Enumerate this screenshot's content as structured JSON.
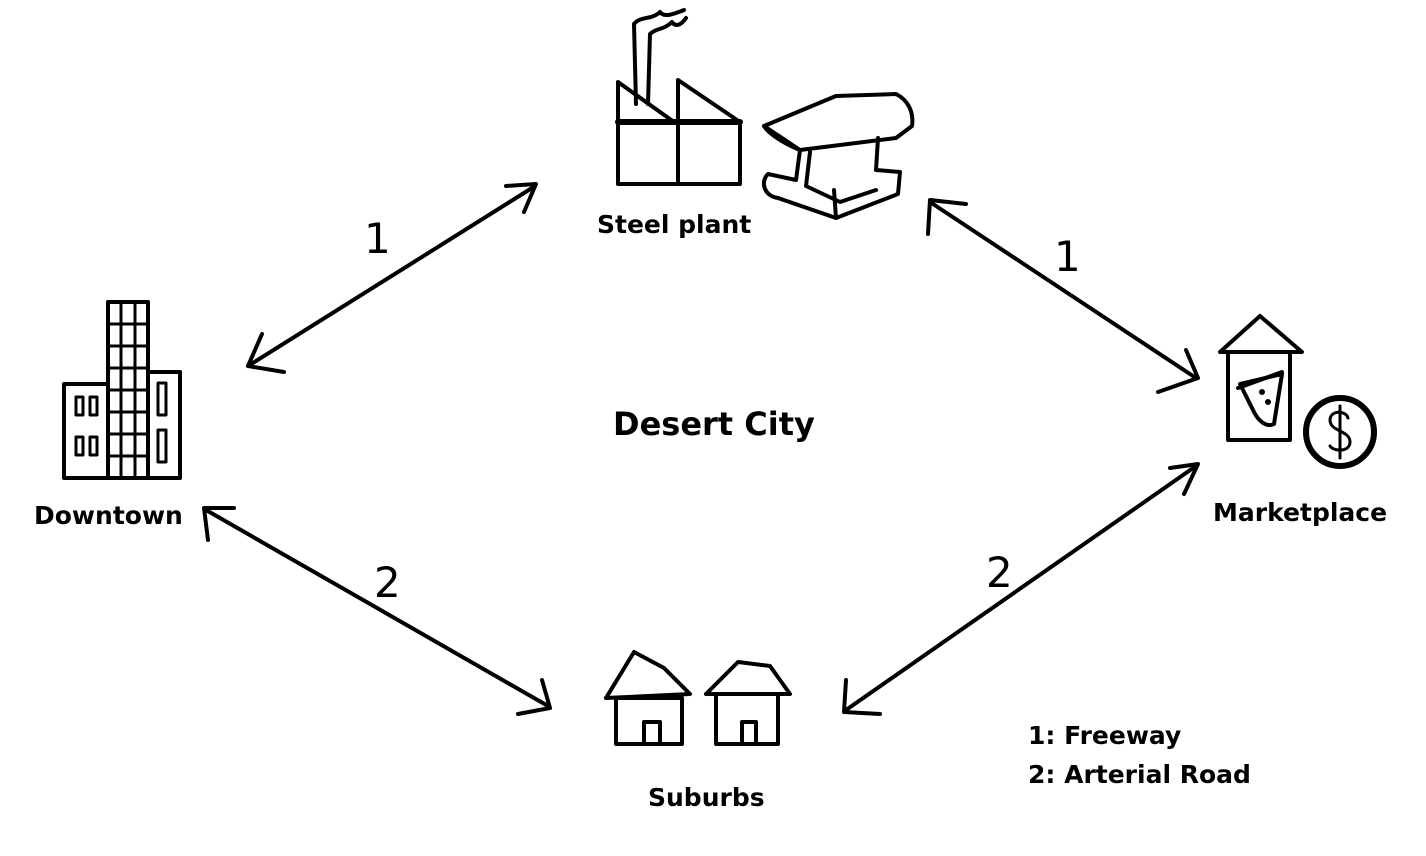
{
  "title": "Desert City",
  "nodes": {
    "steel_plant": "Steel plant",
    "downtown": "Downtown",
    "marketplace": "Marketplace",
    "suburbs": "Suburbs"
  },
  "edges": {
    "downtown_steel": "1",
    "steel_market": "1",
    "downtown_suburbs": "2",
    "suburbs_market": "2"
  },
  "legend": {
    "item1": "1: Freeway",
    "item2": "2: Arterial Road"
  }
}
